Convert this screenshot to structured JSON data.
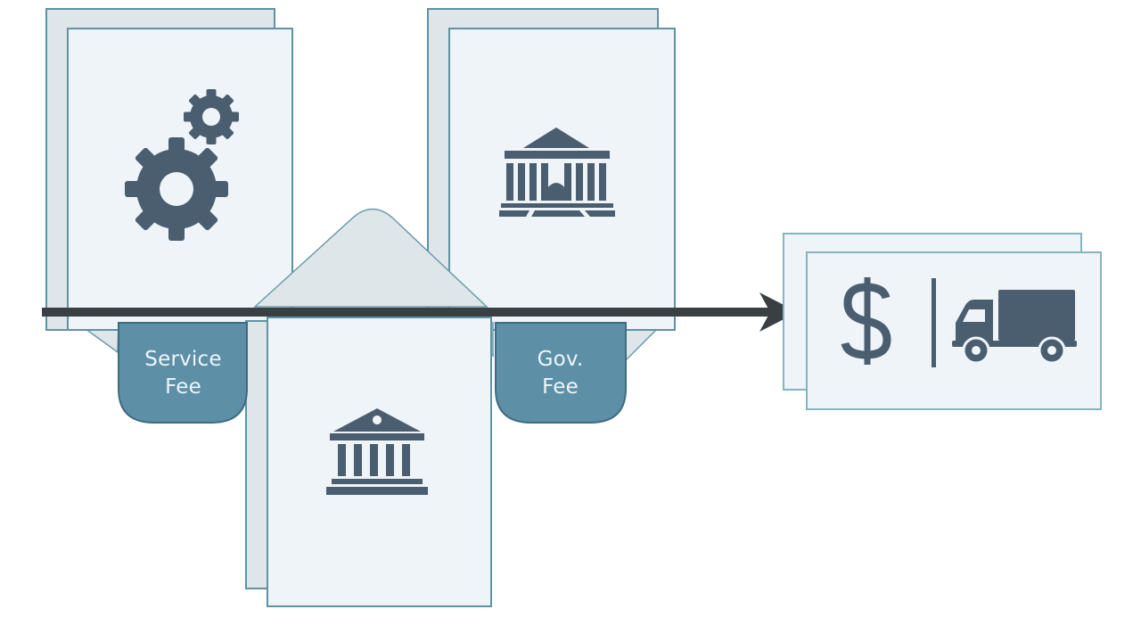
{
  "fees": {
    "service_fee": {
      "line1": "Service",
      "line2": "Fee"
    },
    "gov_fee": {
      "line1": "Gov.",
      "line2": "Fee"
    }
  },
  "icons": {
    "service_doc": "gears-icon",
    "gov_doc": "government-building-icon",
    "center_doc": "government-building-icon",
    "result": [
      "dollar-sign-icon",
      "delivery-truck-icon"
    ]
  },
  "colors": {
    "doc_fill": "#eef4f8",
    "doc_back_fill": "#dfe6ea",
    "doc_stroke": "#5f93a3",
    "tab_fill": "#5d8fa6",
    "icon": "#4a5e70",
    "arrow": "#3a3f44"
  }
}
